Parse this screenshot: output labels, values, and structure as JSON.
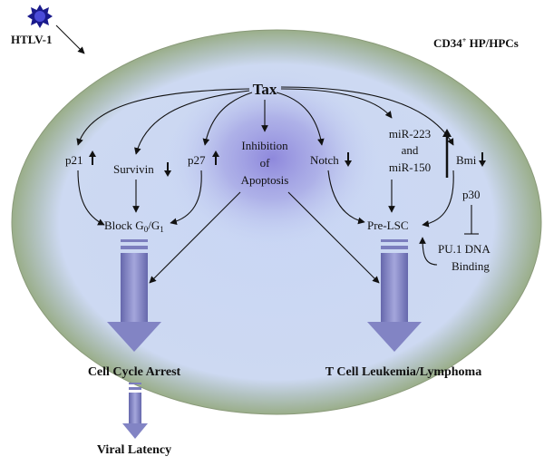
{
  "labels": {
    "htlv": "HTLV-1",
    "cell": "CD34",
    "cell_sup": "+",
    "cell_rest": " HP/HPCs",
    "tax": "Tax",
    "p21": "p21",
    "survivin": "Survivin",
    "p27": "p27",
    "inhibition_1": "Inhibition",
    "inhibition_2": "of",
    "inhibition_3": "Apoptosis",
    "notch": "Notch",
    "mir_1": "miR-223",
    "mir_2": "and",
    "mir_3": "miR-150",
    "bmi": "Bmi",
    "p30": "p30",
    "block_prefix": "Block G",
    "block_sub_1": "0",
    "block_sep": "/G",
    "block_sub_2": "1",
    "pre_lsc": "Pre-LSC",
    "pu1_1": "PU.1 DNA",
    "pu1_2": "Binding",
    "arrest": "Cell Cycle Arrest",
    "leukemia": "T Cell Leukemia/Lymphoma",
    "latency": "Viral Latency"
  },
  "colors": {
    "cell_outer": "#9aae8a",
    "cell_inner": "#c9d6f4",
    "center_glow": "#8e88dc",
    "big_arrow": "#8284c4",
    "virus": "#1a1a8c"
  },
  "arrow_icons": {
    "p21": "up-arrow-icon",
    "survivin": "down-arrow-icon",
    "p27": "up-arrow-icon",
    "notch": "down-arrow-icon",
    "mir": "up-arrow-icon",
    "bmi": "down-arrow-icon"
  }
}
